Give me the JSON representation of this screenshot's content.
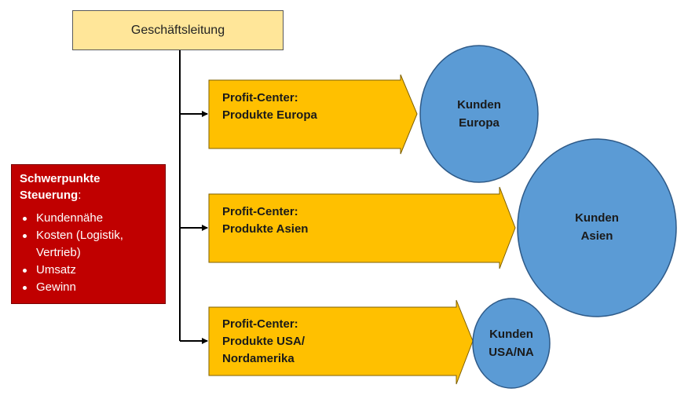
{
  "management": {
    "label": "Geschäftsleitung"
  },
  "focus": {
    "title": "Schwerpunkte Steuerung",
    "items": [
      "Kundennähe",
      "Kosten (Logistik, Vertrieb)",
      "Umsatz",
      "Gewinn"
    ]
  },
  "profit_centers": [
    {
      "line1": "Profit-Center:",
      "line2": "Produkte Europa",
      "line3": ""
    },
    {
      "line1": "Profit-Center:",
      "line2": "Produkte Asien",
      "line3": ""
    },
    {
      "line1": "Profit-Center:",
      "line2": "Produkte USA/",
      "line3": "Nordamerika"
    }
  ],
  "customers": [
    {
      "line1": "Kunden",
      "line2": "Europa"
    },
    {
      "line1": "Kunden",
      "line2": "Asien"
    },
    {
      "line1": "Kunden",
      "line2": "USA/NA"
    }
  ],
  "colors": {
    "management_fill": "#ffe699",
    "focus_fill": "#c00000",
    "profit_center_fill": "#ffc000",
    "customer_fill": "#5b9bd5",
    "connector": "#000000"
  }
}
